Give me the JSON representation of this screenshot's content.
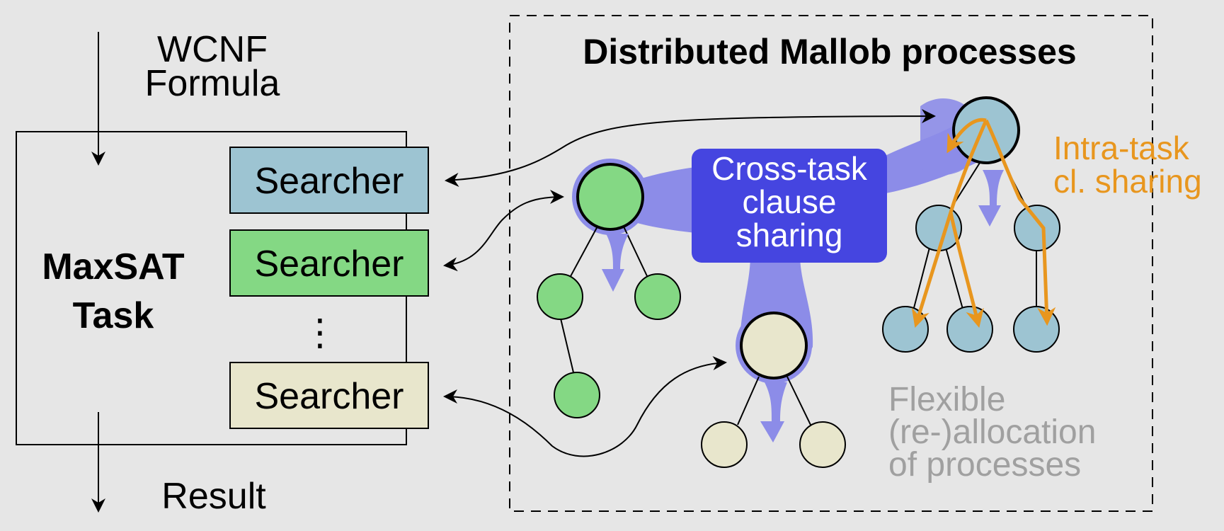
{
  "input_label": {
    "line1": "WCNF",
    "line2": "Formula"
  },
  "output_label": "Result",
  "task_label": {
    "line1": "MaxSAT",
    "line2": "Task"
  },
  "searchers": [
    {
      "label": "Searcher",
      "color": "#9dc4d2"
    },
    {
      "label": "Searcher",
      "color": "#84d884"
    },
    {
      "label": "Searcher",
      "color": "#e8e6cc"
    }
  ],
  "ellipsis": "⋮",
  "region_title": "Distributed Mallob processes",
  "cross_task": {
    "line1": "Cross-task",
    "line2": "clause",
    "line3": "sharing"
  },
  "intra_task": {
    "line1": "Intra-task",
    "line2": "cl. sharing"
  },
  "flexible": {
    "line1": "Flexible",
    "line2": "(re-)allocation",
    "line3": "of processes"
  },
  "colors": {
    "background": "#e6e6e6",
    "blue_node": "#9dc4d2",
    "green_node": "#84d884",
    "beige_node": "#e8e6cc",
    "sharing_box": "#4545e0",
    "sharing_band": "#8c8ce8",
    "intra_arrows": "#e8961e",
    "flexible_text": "#a0a0a0"
  }
}
